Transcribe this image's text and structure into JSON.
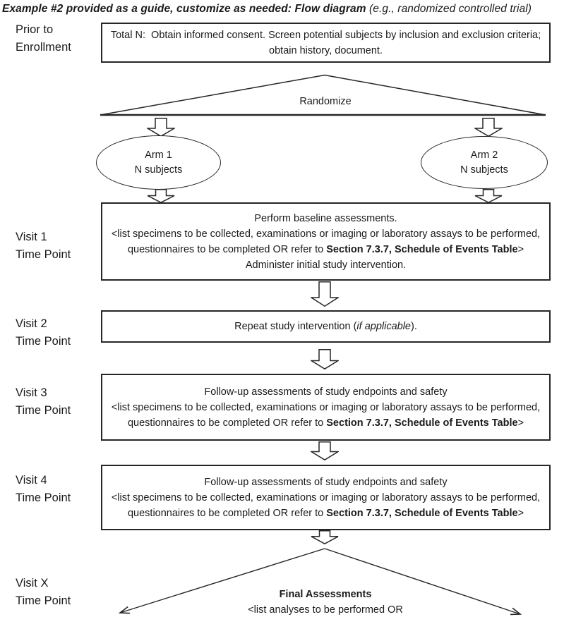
{
  "title": {
    "emphasis": "Example #2 provided as a guide, customize as needed: Flow diagram",
    "note": " (e.g., randomized controlled trial)"
  },
  "row_labels": [
    {
      "line1": "Prior to",
      "line2": "Enrollment"
    },
    {
      "line1": "Visit 1",
      "line2": "Time Point"
    },
    {
      "line1": "Visit 2",
      "line2": "Time Point"
    },
    {
      "line1": "Visit 3",
      "line2": "Time Point"
    },
    {
      "line1": "Visit 4",
      "line2": "Time Point"
    },
    {
      "line1": "Visit X",
      "line2": "Time Point"
    }
  ],
  "flow": {
    "screening": {
      "text": "Total N:  Obtain informed consent. Screen potential subjects by inclusion and exclusion criteria; obtain history, document."
    },
    "randomize_label": "Randomize",
    "arm1": {
      "line1": "Arm 1",
      "line2": "N subjects"
    },
    "arm2": {
      "line1": "Arm 2",
      "line2": "N subjects"
    },
    "visit1": {
      "line1": "Perform baseline assessments.",
      "list_prefix": "<list specimens to be collected, examinations or imaging or laboratory assays to be performed, questionnaires to be completed OR refer to ",
      "list_bold": "Section 7.3.7, Schedule of Events Table",
      "list_suffix": ">",
      "line3": "Administer initial study intervention."
    },
    "visit2": {
      "prefix": "Repeat study intervention (",
      "italic": "if applicable",
      "suffix": ")."
    },
    "visit3": {
      "line1": "Follow-up assessments of study endpoints and safety",
      "list_prefix": "<list specimens to be collected, examinations or imaging or laboratory assays to be performed, questionnaires to be completed OR refer to ",
      "list_bold": "Section 7.3.7, Schedule of Events Table",
      "list_suffix": ">"
    },
    "visit4": {
      "line1": "Follow-up assessments of study endpoints and safety",
      "list_prefix": "<list specimens to be collected, examinations or imaging or laboratory assays to be performed, questionnaires to be completed OR refer to ",
      "list_bold": "Section 7.3.7, Schedule of Events Table",
      "list_suffix": ">"
    },
    "final": {
      "title": "Final Assessments",
      "line2": "<list analyses to be performed OR"
    }
  },
  "colors": {
    "ink": "#1a1a1a",
    "paper": "#ffffff"
  }
}
